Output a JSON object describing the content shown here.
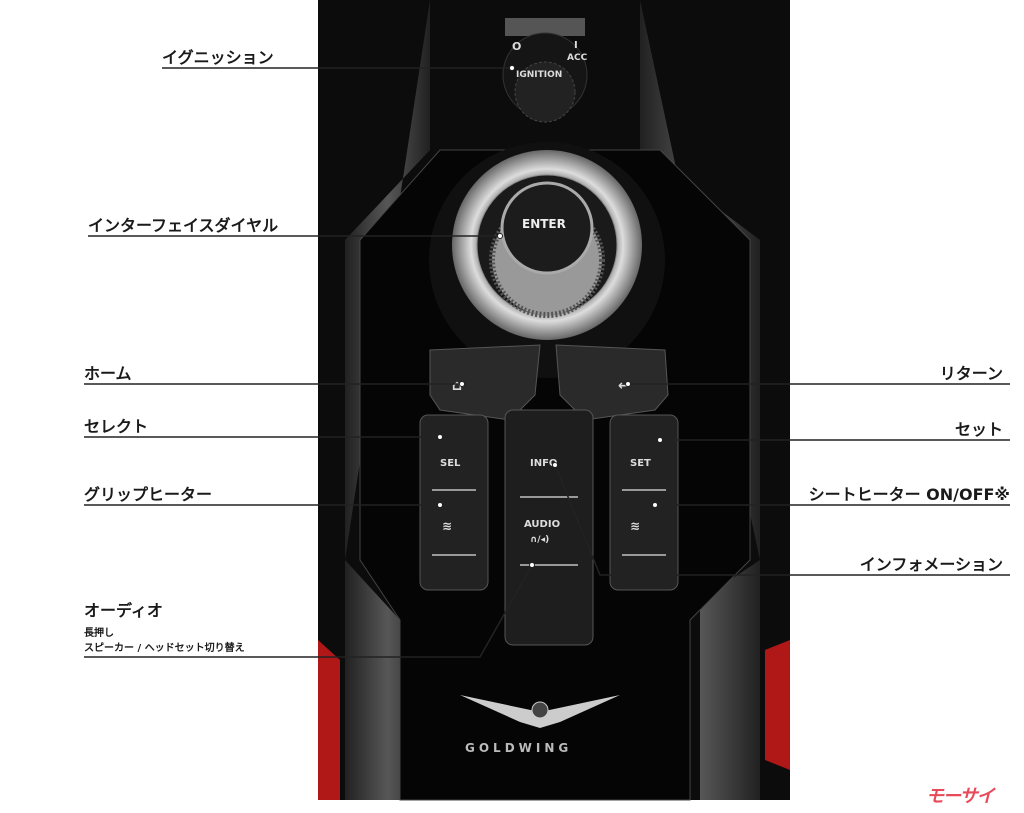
{
  "labels": {
    "ignition": "イグニッション",
    "interface_dial": "インターフェイスダイヤル",
    "home": "ホーム",
    "select": "セレクト",
    "grip_heater": "グリップヒーター",
    "audio": "オーディオ",
    "audio_note_1": "長押し",
    "audio_note_2": "スピーカー / ヘッドセット切り替え",
    "return": "リターン",
    "set": "セット",
    "seat_heater": "シートヒーター ON/OFF※",
    "information": "インフォメーション"
  },
  "photo_text": {
    "enter": "ENTER",
    "info": "INFO",
    "audio": "AUDIO",
    "sel": "SEL",
    "set": "SET",
    "acc": "ACC",
    "ignition": "IGNITION",
    "off": "O",
    "on": "I",
    "brand": "GOLDWING"
  },
  "watermark": "モーサイ"
}
